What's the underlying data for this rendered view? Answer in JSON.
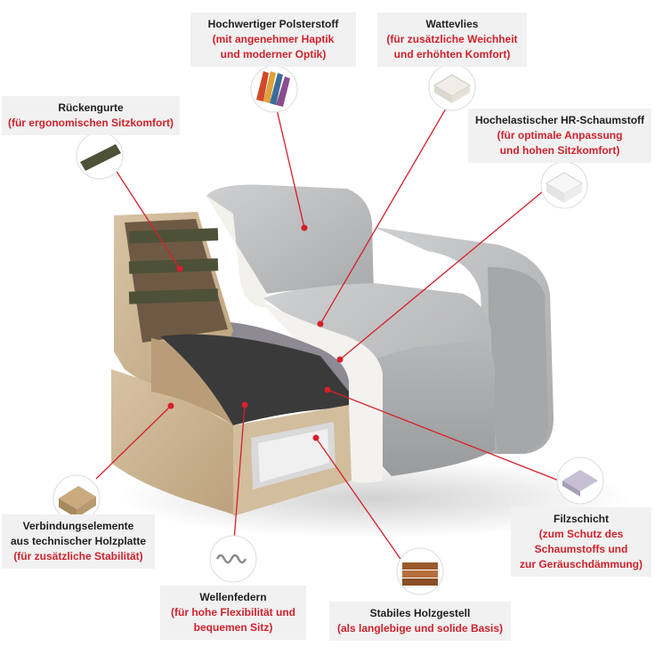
{
  "labels": {
    "polsterstoff": {
      "title": "Hochwertiger Polsterstoff",
      "sub1": "(mit angenehmer Haptik",
      "sub2": "und moderner Optik)"
    },
    "wattevlies": {
      "title": "Wattevlies",
      "sub1": "(für zusätzliche Weichheit",
      "sub2": "und erhöhten Komfort)"
    },
    "rueckengurte": {
      "title": "Rückengurte",
      "sub1": "(für ergonomischen Sitzkomfort)"
    },
    "hr_schaumstoff": {
      "title": "Hochelastischer HR-Schaumstoff",
      "sub1": "(für optimale Anpassung",
      "sub2": "und hohen Sitzkomfort)"
    },
    "verbindung": {
      "title1": "Verbindungselemente",
      "title2": "aus technischer Holzplatte",
      "sub1": "(für zusätzliche Stabilität)"
    },
    "filzschicht": {
      "title": "Filzschicht",
      "sub1": "(zum Schutz des",
      "sub2": "Schaumstoffs und",
      "sub3": "zur Geräuschdämmung)"
    },
    "wellenfedern": {
      "title": "Wellenfedern",
      "sub1": "(für hohe Flexibilität und",
      "sub2": "bequemen Sitz)"
    },
    "holzgestell": {
      "title": "Stabiles Holzgestell",
      "sub1": "(als langlebige und solide Basis)"
    }
  },
  "colors": {
    "leader": "#d51f2a",
    "subtitle": "#d0222c",
    "callout_bg": "#f1f1f1",
    "fabric": "#b9babb",
    "wood": "#cbb597",
    "foam": "#f4f2ee"
  },
  "icons": [
    "fabric-swatch-icon",
    "wadding-icon",
    "belt-strap-icon",
    "foam-block-icon",
    "wood-board-icon",
    "felt-layer-icon",
    "spring-icon",
    "timber-icon"
  ]
}
